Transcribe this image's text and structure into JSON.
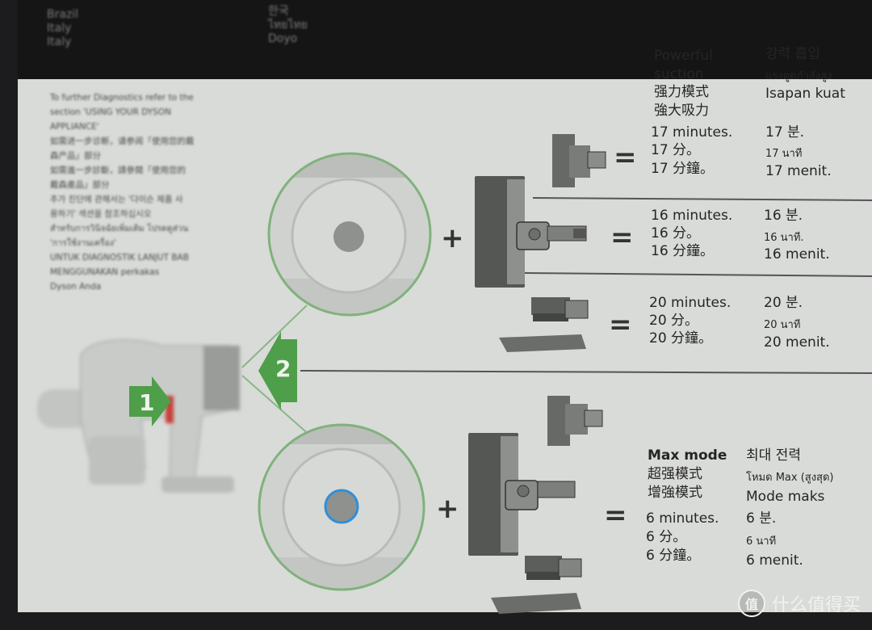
{
  "header": {
    "col1": [
      "Brazil",
      "Italy",
      "Italy"
    ],
    "col2": [
      "한국",
      "ไทยไทย",
      "Doyo"
    ]
  },
  "left_text": [
    "To further Diagnostics refer to the",
    "section 'USING YOUR DYSON",
    "APPLIANCE'",
    "如需进一步诊断，请参阅「使用您的戴",
    "森产品」部分",
    "如需進一步診斷，請參閱「使用您的",
    "戴森產品」部分",
    "추가 진단에 관해서는 '다이슨 제품 사",
    "용하기' 섹션을 참조하십시오",
    "สำหรับการวินิจฉัยเพิ่มเติม โปรดดูส่วน",
    "'การใช้งานเครื่อง'",
    "UNTUK DIAGNOSTIK LANJUT BAB",
    "MENGGUNAKAN perkakas",
    "Dyson Anda"
  ],
  "labels": {
    "plus": "+",
    "equals": "=",
    "step1": "1",
    "step2": "2"
  },
  "powerful": {
    "en_line1": "Powerful",
    "en_line2": "suction",
    "zh_s": "强力模式",
    "zh_t": "強大吸力",
    "ko": "강력 흡입",
    "th": "แรงดูดกำลังสูง",
    "id": "Isapan kuat"
  },
  "rows": [
    {
      "en": "17 minutes.",
      "zh_s": "17 分。",
      "zh_t": "17 分鐘。",
      "ko": "17 분.",
      "th": "17 นาที",
      "id": "17 menit."
    },
    {
      "en": "16 minutes.",
      "zh_s": "16 分。",
      "zh_t": "16 分鐘。",
      "ko": "16 분.",
      "th": "16 นาที.",
      "id": "16 menit."
    },
    {
      "en": "20 minutes.",
      "zh_s": "20 分。",
      "zh_t": "20 分鐘。",
      "ko": "20 분.",
      "th": "20 นาที",
      "id": "20 menit."
    }
  ],
  "max": {
    "en": "Max mode",
    "zh_s": "超强模式",
    "zh_t": "增強模式",
    "ko": "최대 전력",
    "th": "โหมด Max (สูงสุด)",
    "id": "Mode maks",
    "min_en": "6 minutes.",
    "min_zh_s": "6 分。",
    "min_zh_t": "6 分鐘。",
    "min_ko": "6 분.",
    "min_th": "6 นาที",
    "min_id": "6 menit."
  },
  "watermark": {
    "symbol": "值",
    "text": "什么值得买"
  },
  "colors": {
    "accent_green": "#4f9e4a",
    "ring_green": "#7fb27c",
    "button_blue": "#2f8fd8"
  }
}
